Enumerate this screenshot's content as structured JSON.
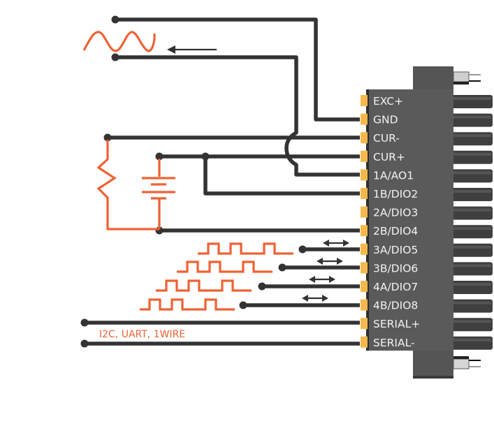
{
  "title": "Connector pinout wiring diagram",
  "colors": {
    "wire": "#333333",
    "signal": "#ef6234",
    "connector_body": "#5a5a5a",
    "pin_pad": "#f7b84b",
    "label_text": "#f2f2f2"
  },
  "connector": {
    "pins": [
      {
        "label": "EXC+",
        "connected": false
      },
      {
        "label": "GND",
        "connected": true
      },
      {
        "label": "CUR-",
        "connected": true
      },
      {
        "label": "CUR+",
        "connected": true
      },
      {
        "label": "1A/AO1",
        "connected": true
      },
      {
        "label": "1B/DIO2",
        "connected": true
      },
      {
        "label": "2A/DIO3",
        "connected": false
      },
      {
        "label": "2B/DIO4",
        "connected": true
      },
      {
        "label": "3A/DIO5",
        "connected": true
      },
      {
        "label": "3B/DIO6",
        "connected": true
      },
      {
        "label": "4A/DIO7",
        "connected": true
      },
      {
        "label": "4B/DIO8",
        "connected": true
      },
      {
        "label": "SERIAL+",
        "connected": true
      },
      {
        "label": "SERIAL-",
        "connected": true
      }
    ]
  },
  "circuits": {
    "analog_output": {
      "symbol": "sine-wave",
      "direction": "out-from-connector",
      "pins": [
        "GND",
        "1A/AO1"
      ]
    },
    "current_loop": {
      "elements": [
        "resistor",
        "battery"
      ],
      "pins": [
        "CUR-",
        "CUR+",
        "1B/DIO2",
        "2B/DIO4"
      ]
    },
    "digital_io": {
      "symbol": "square-wave",
      "direction": "bidirectional",
      "pins": [
        "3A/DIO5",
        "3B/DIO6",
        "4A/DIO7",
        "4B/DIO8"
      ]
    },
    "serial": {
      "label": "I2C, UART, 1WIRE",
      "pins": [
        "SERIAL+",
        "SERIAL-"
      ]
    }
  }
}
